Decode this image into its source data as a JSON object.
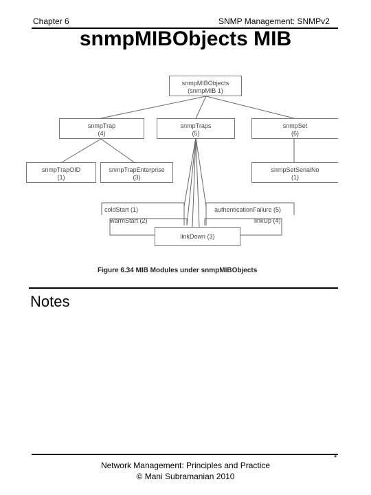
{
  "header": {
    "chapter": "Chapter 6",
    "topic": "SNMP Management:  SNMPv2"
  },
  "title": "snmpMIBObjects MIB",
  "diagram": {
    "root": {
      "name": "snmpMIBObjects",
      "id": "(snmpMIB 1)"
    },
    "trap": {
      "name": "snmpTrap",
      "id": "(4)"
    },
    "traps": {
      "name": "snmpTraps",
      "id": "(5)"
    },
    "set": {
      "name": "snmpSet",
      "id": "(6)"
    },
    "trapOID": {
      "name": "snmpTrapOID",
      "id": "(1)"
    },
    "trapEnterprise": {
      "name": "snmpTrapEnterprise",
      "id": "(3)"
    },
    "serialNo": {
      "name": "snmpSetSerialNo",
      "id": "(1)"
    },
    "coldStart": "coldStart (1)",
    "warmStart": "warmStart (2)",
    "authFailure": "authenticationFailure (5)",
    "linkUp": "linkUp (4)",
    "linkDown": "linkDown (3)",
    "caption": "Figure 6.34  MIB Modules under snmpMIBObjects"
  },
  "notes": "Notes",
  "footer": {
    "line1": "Network Management: Principles and Practice",
    "line2": "©  Mani Subramanian 2010",
    "mark": "*"
  }
}
